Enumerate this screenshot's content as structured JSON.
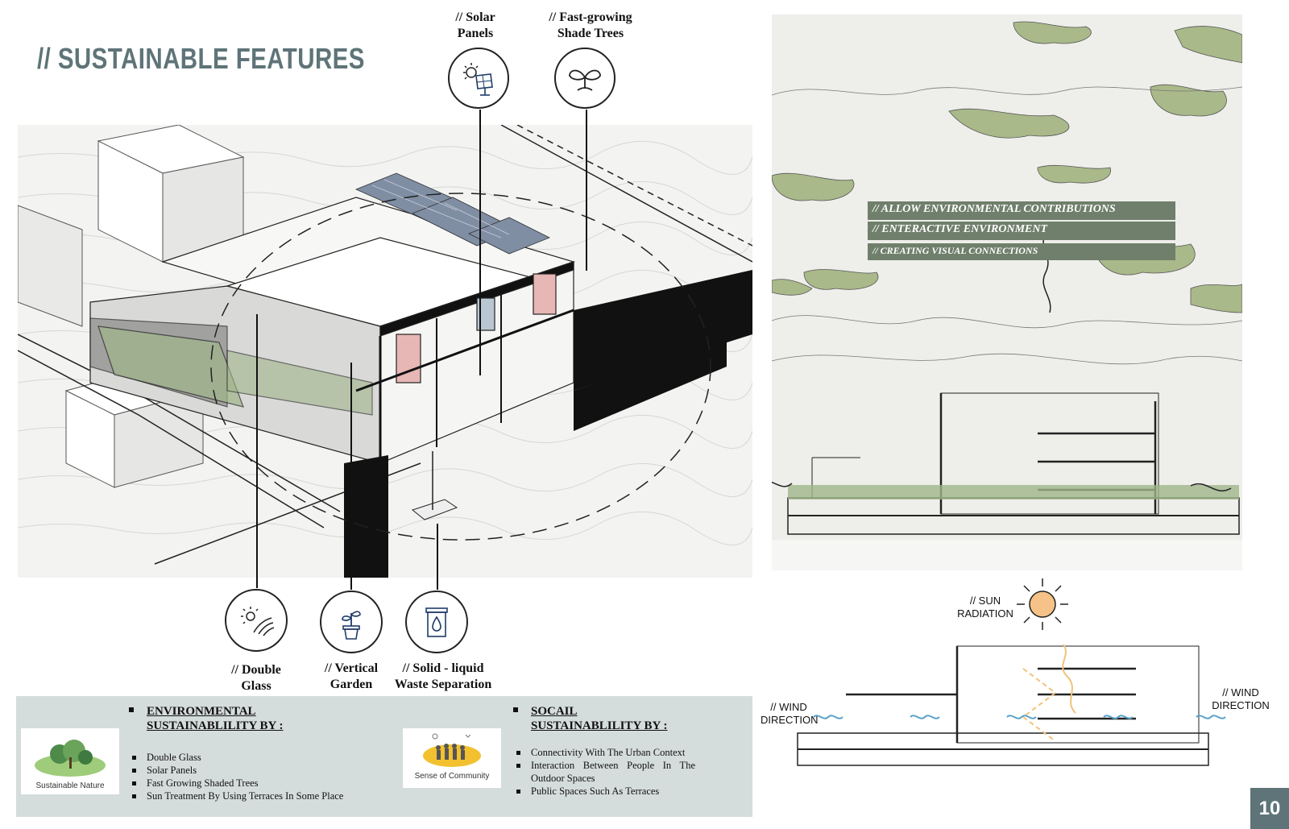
{
  "title": "// SUSTAINABLE FEATURES",
  "callouts": {
    "solar": {
      "label_line1": "// Solar",
      "label_line2": "Panels",
      "icon": "solar-panel-icon"
    },
    "trees": {
      "label_line1": "//  Fast-growing",
      "label_line2": "Shade Trees",
      "icon": "sprout-icon"
    },
    "double_glass": {
      "label_line1": "// Double",
      "label_line2": "Glass",
      "icon": "sun-glass-icon"
    },
    "vertical_garden": {
      "label_line1": "// Vertical",
      "label_line2": "Garden",
      "icon": "potted-plant-icon"
    },
    "waste": {
      "label_line1": "// Solid - liquid",
      "label_line2": "Waste Separation",
      "icon": "waste-bin-icon"
    }
  },
  "environmental": {
    "heading_line1": "ENVIRONMENTAL",
    "heading_line2": "SUSTAINABLILITY BY :",
    "logo_caption": "Sustainable Nature",
    "items": [
      "Double Glass",
      "Solar Panels",
      "Fast Growing Shaded Trees",
      "Sun Treatment By Using Terraces In Some Place"
    ]
  },
  "social": {
    "heading_line1": "SOCAIL",
    "heading_line2": "SUSTAINABLILITY BY :",
    "logo_caption": "Sense of Community",
    "items": [
      "Connectivity With The Urban Context",
      "Interaction Between People In The Outdoor Spaces",
      "Public Spaces Such As Terraces"
    ]
  },
  "section": {
    "banner1": "// ALLOW ENVIRONMENTAL CONTRIBUTIONS",
    "banner2": "// ENTERACTIVE ENVIRONMENT",
    "banner3": "// CREATING VISUAL CONNECTIONS"
  },
  "climate": {
    "sun_line1": "// SUN",
    "sun_line2": "RADIATION",
    "wind_left_line1": "// WIND",
    "wind_left_line2": "DIRECTION",
    "wind_right_line1": "// WIND",
    "wind_right_line2": "DIRECTION"
  },
  "page_number": "10",
  "colors": {
    "accent": "#5e7478",
    "panel": "#d5dcdc",
    "banner": "#6f7f6b",
    "green": "#a9b98a",
    "sun": "#f6c287"
  }
}
